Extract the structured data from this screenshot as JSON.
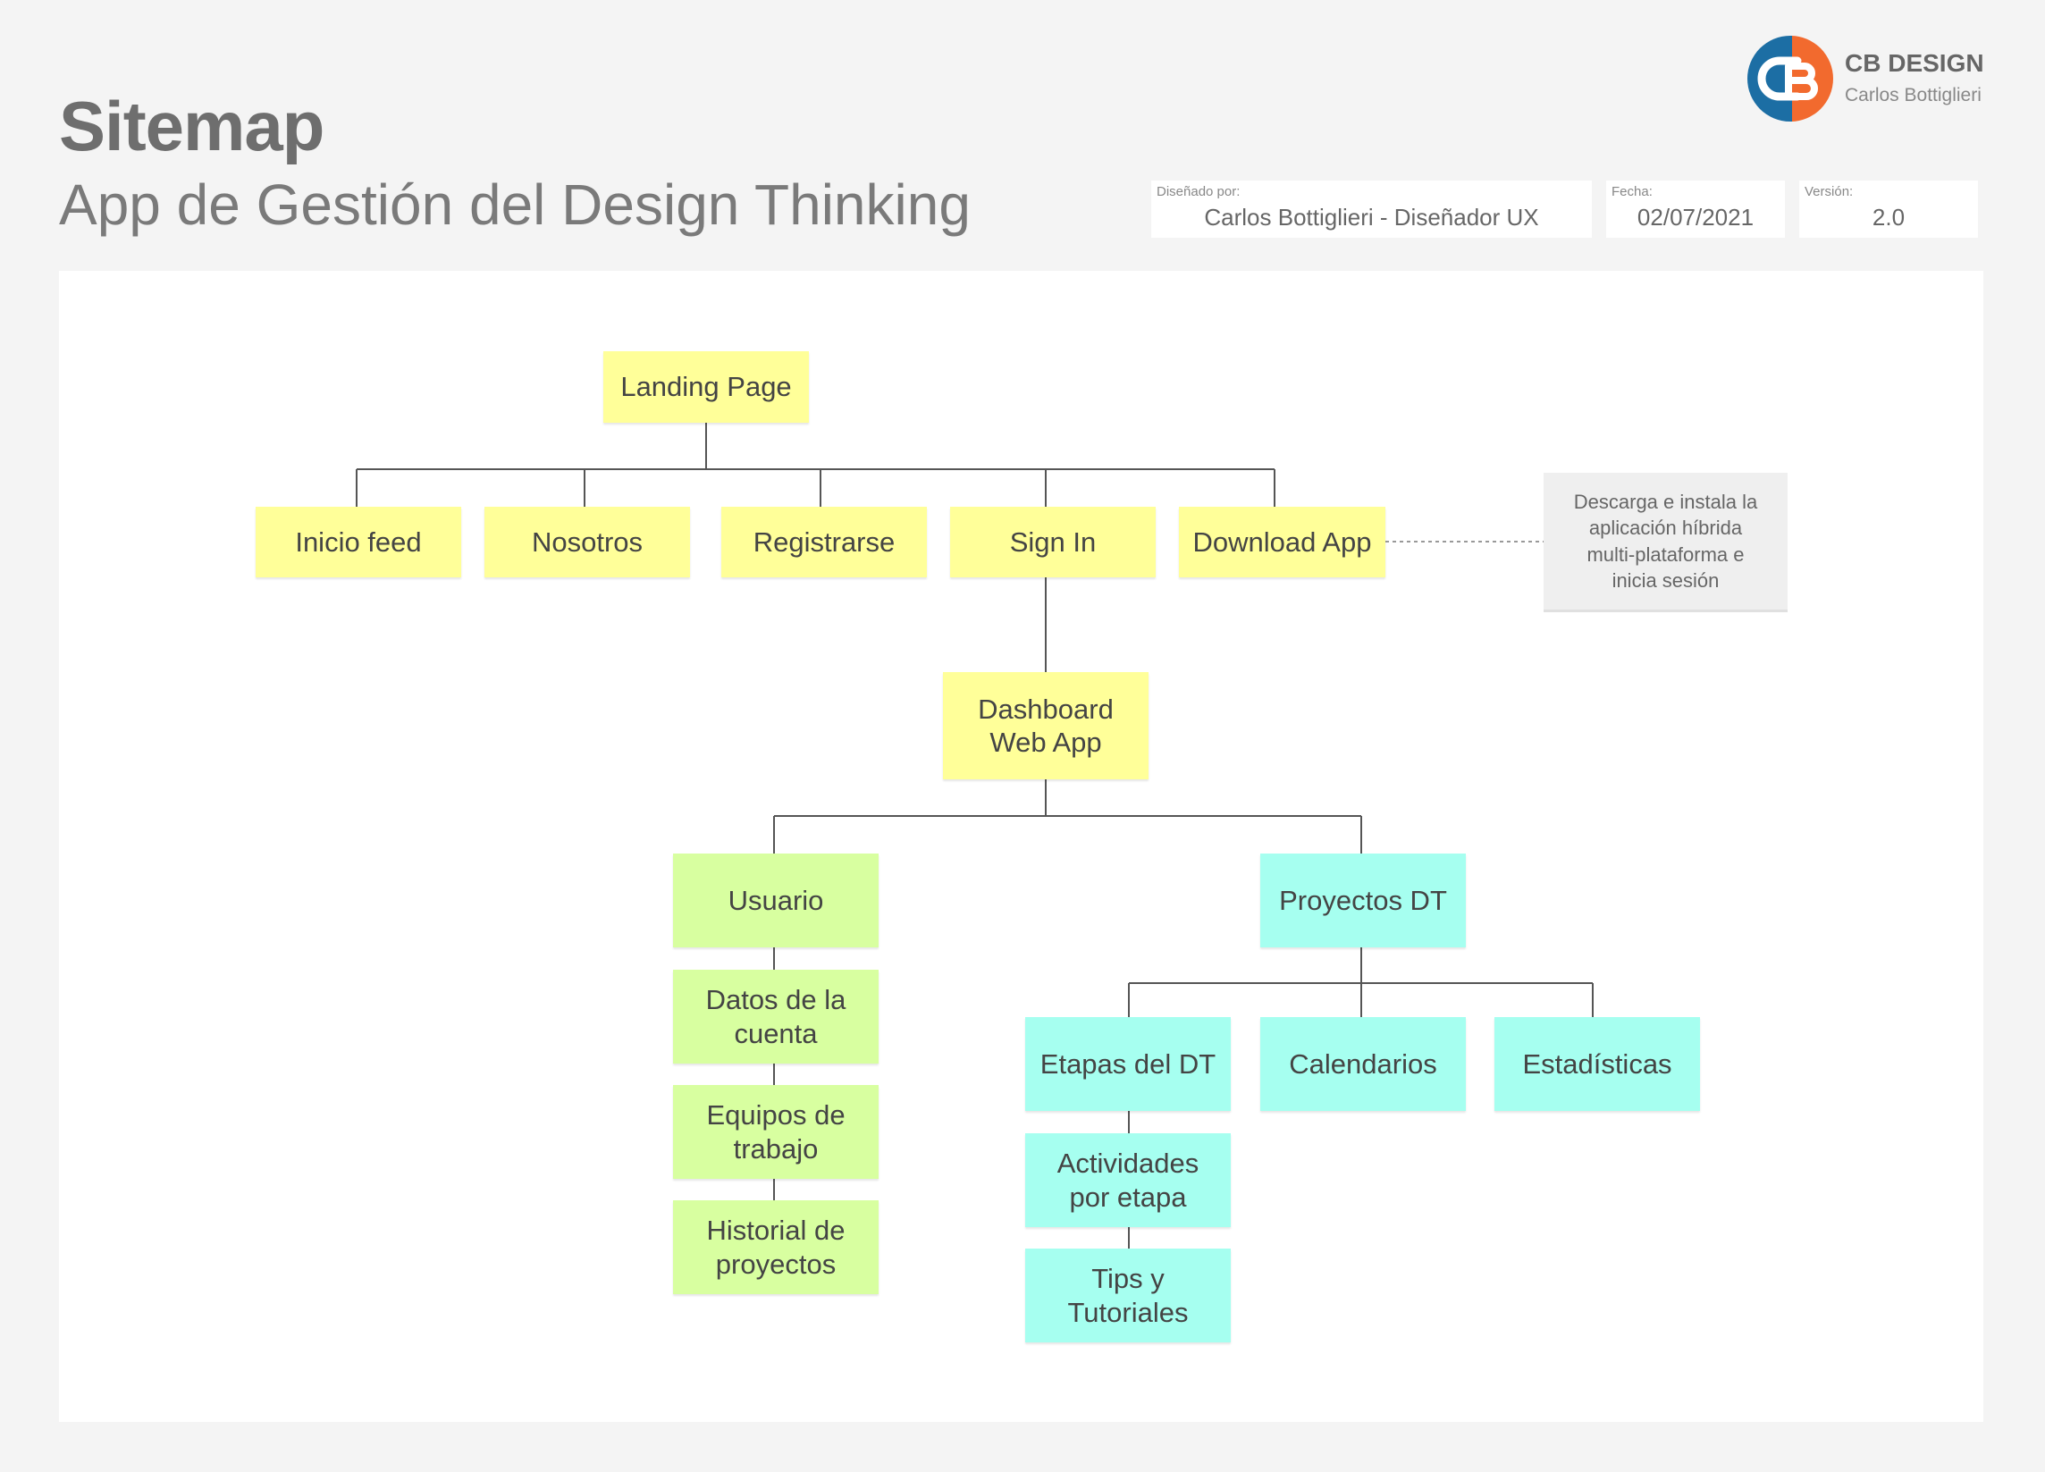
{
  "header": {
    "title": "Sitemap",
    "subtitle": "App de Gestión del Design Thinking"
  },
  "brand": {
    "name": "CB DESIGN",
    "author": "Carlos Bottiglieri",
    "logo_colors": {
      "blue": "#1c6ea4",
      "orange": "#f26a2e"
    }
  },
  "meta": {
    "designed_by": {
      "label": "Diseñado por:",
      "value": "Carlos Bottiglieri - Diseñador UX"
    },
    "date": {
      "label": "Fecha:",
      "value": "02/07/2021"
    },
    "version": {
      "label": "Versión:",
      "value": "2.0"
    }
  },
  "colors": {
    "public_pages": "#ffff99",
    "user_section": "#d8ffa0",
    "projects_section": "#a6fff0",
    "note": "#efefef",
    "connector": "#555555"
  },
  "sitemap": {
    "landing": "Landing Page",
    "top_level": [
      "Inicio feed",
      "Nosotros",
      "Registrarse",
      "Sign In",
      "Download App"
    ],
    "download_note": "Descarga e instala la\naplicación híbrida\nmulti-plataforma e\ninicia sesión",
    "dashboard": "Dashboard\nWeb App",
    "usuario": {
      "label": "Usuario",
      "children": [
        "Datos de la\ncuenta",
        "Equipos de\ntrabajo",
        "Historial de\nproyectos"
      ]
    },
    "proyectos": {
      "label": "Proyectos DT",
      "children": [
        "Etapas del DT",
        "Calendarios",
        "Estadísticas"
      ],
      "etapas_children": [
        "Actividades\npor etapa",
        "Tips y\nTutoriales"
      ]
    }
  }
}
